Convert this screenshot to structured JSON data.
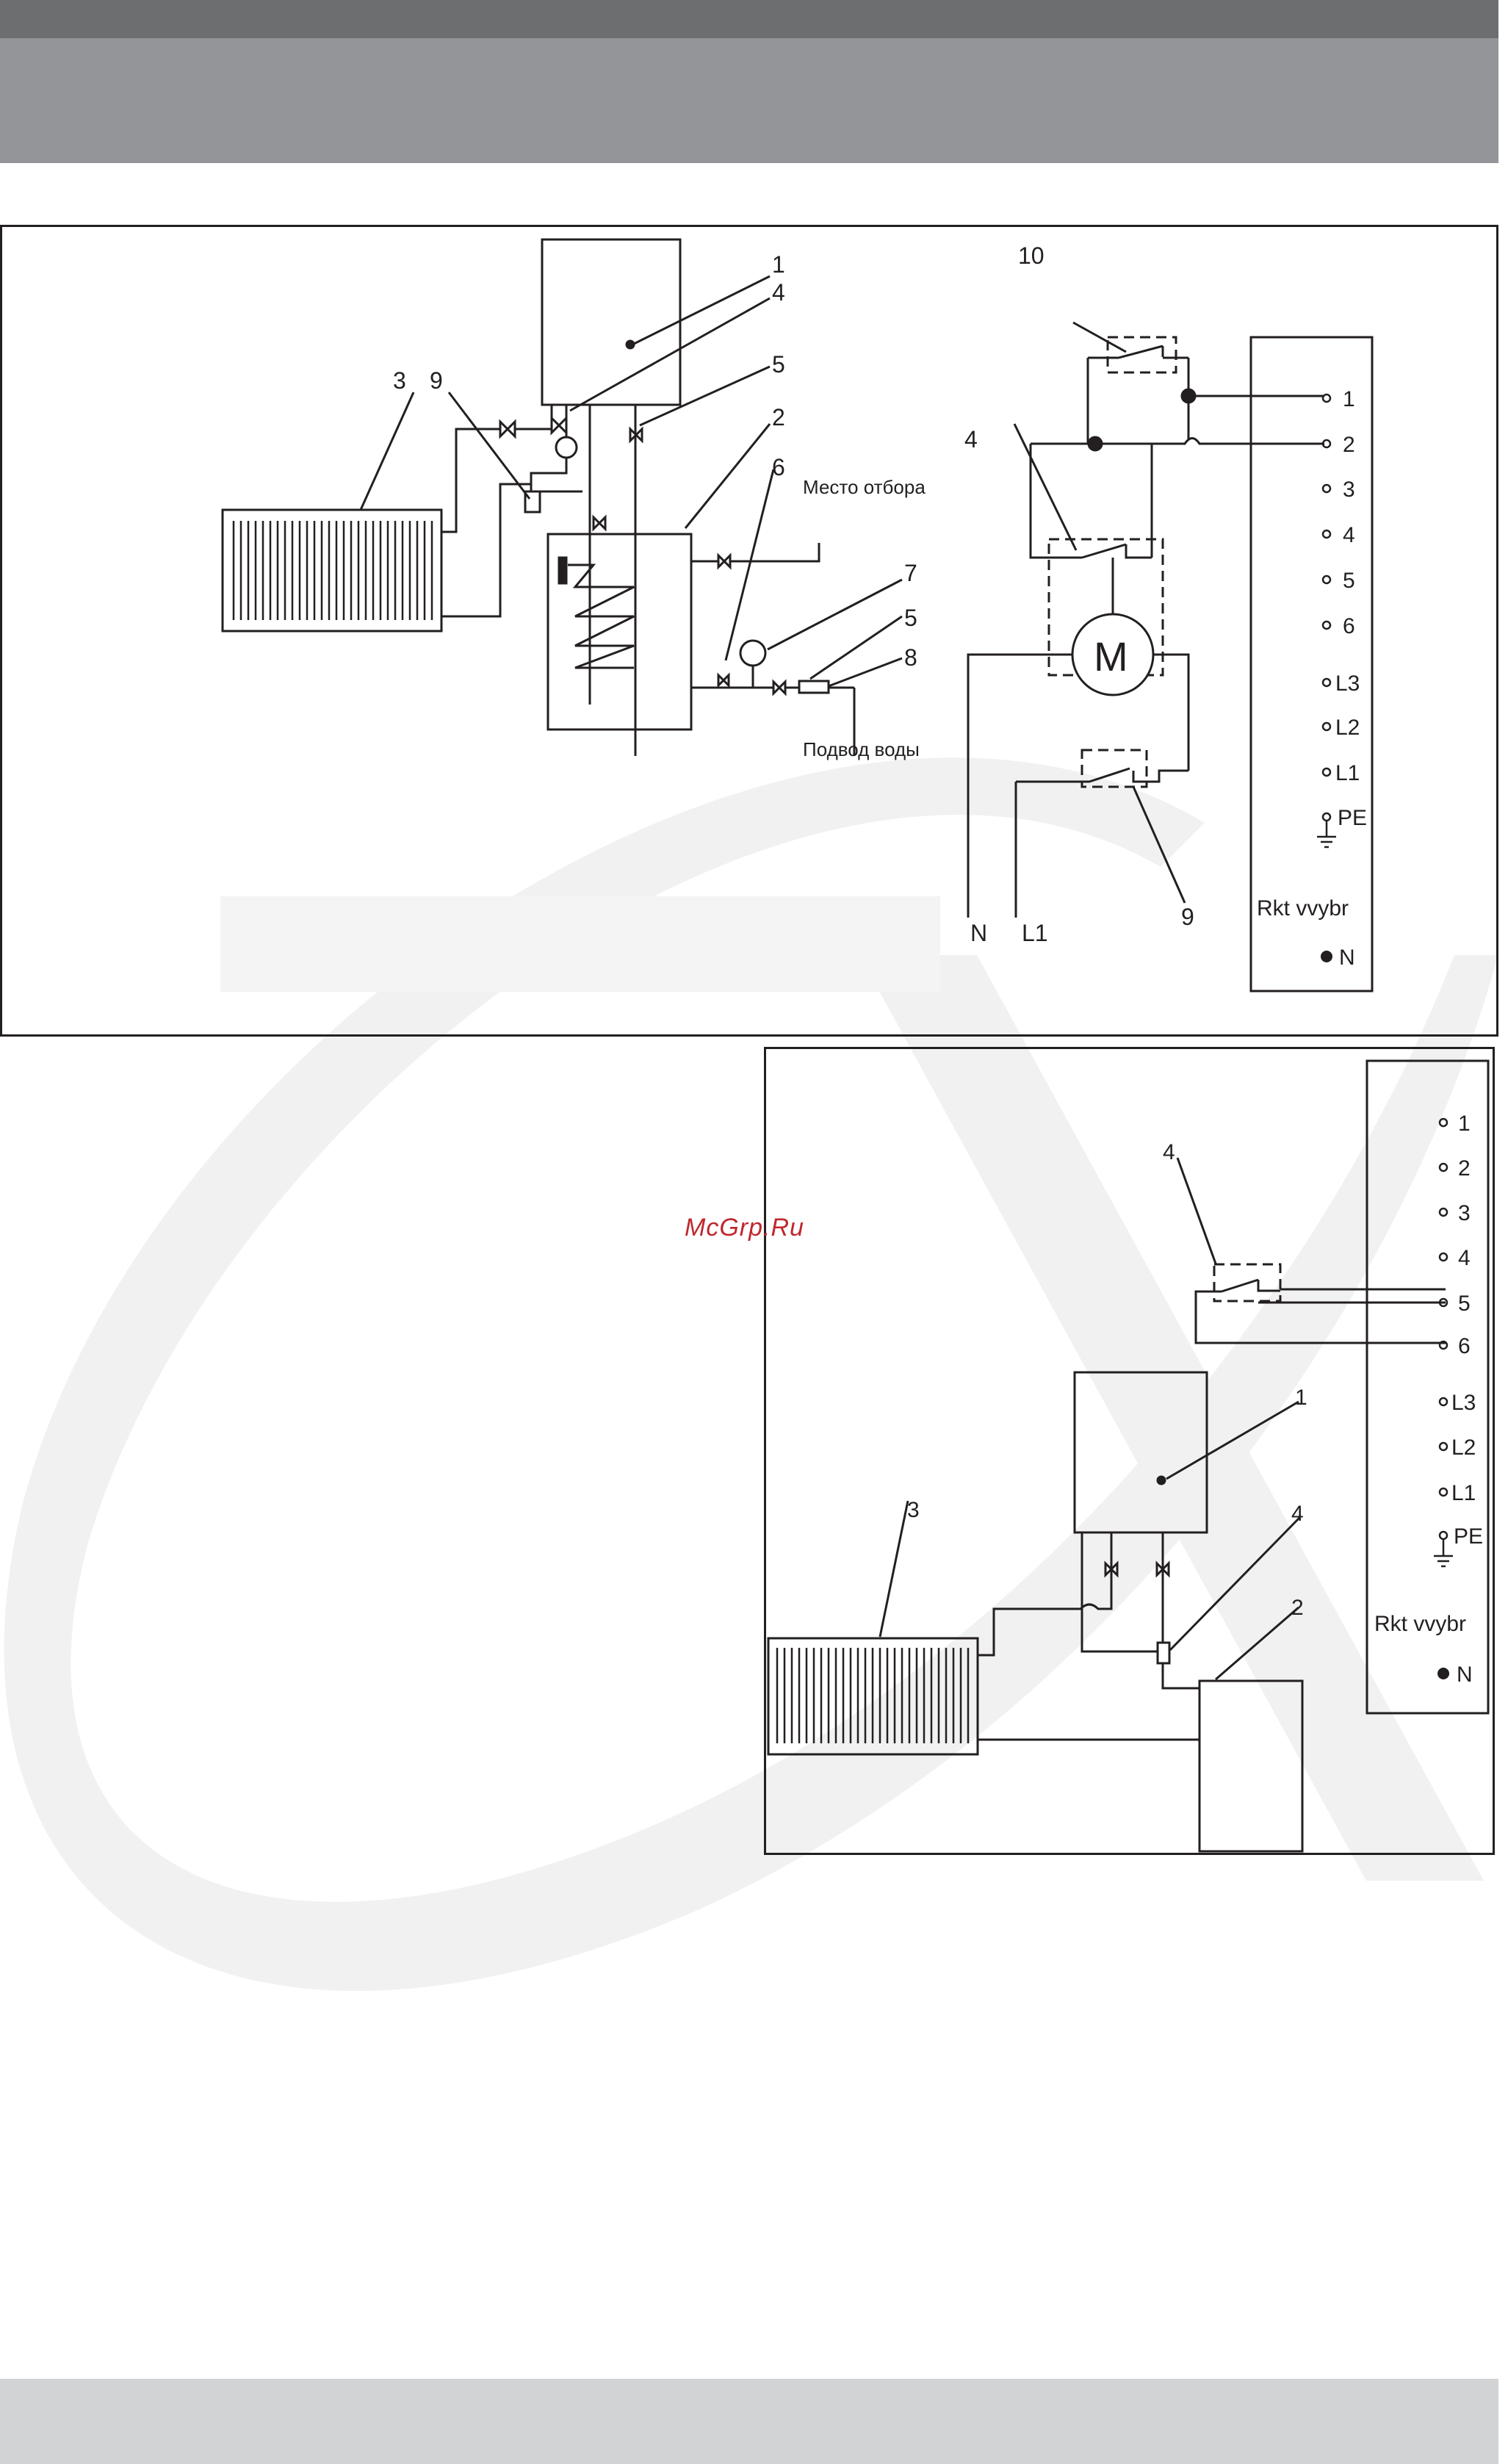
{
  "site_mark": "McGrp.Ru",
  "colors": {
    "header_dark": "#6d6e70",
    "header_light": "#939598",
    "footer": "#d1d3d4",
    "watermark": "#f1f1f2",
    "line": "#231f20",
    "site_mark": "#c0272d"
  },
  "diagram_top": {
    "callouts": [
      "1",
      "4",
      "3",
      "9",
      "5",
      "2",
      "6",
      "7",
      "5",
      "8"
    ],
    "place_of_draw": "Место отбора",
    "water_inlet": "Подвод воды",
    "wiring_callouts": [
      "10",
      "4",
      "9"
    ],
    "motor_label": "M",
    "supply_labels": [
      "N",
      "L1"
    ],
    "terminal_block": {
      "terminals": [
        "1",
        "2",
        "3",
        "4",
        "5",
        "6",
        "L3",
        "L2",
        "L1",
        "PE"
      ],
      "caption": "Rkt vvybr",
      "neutral": "N"
    }
  },
  "diagram_bottom": {
    "callouts": [
      "4",
      "1",
      "3",
      "4",
      "2"
    ],
    "terminal_block": {
      "terminals": [
        "1",
        "2",
        "3",
        "4",
        "5",
        "6",
        "L3",
        "L2",
        "L1",
        "PE"
      ],
      "caption": "Rkt vvybr",
      "neutral": "N"
    }
  }
}
